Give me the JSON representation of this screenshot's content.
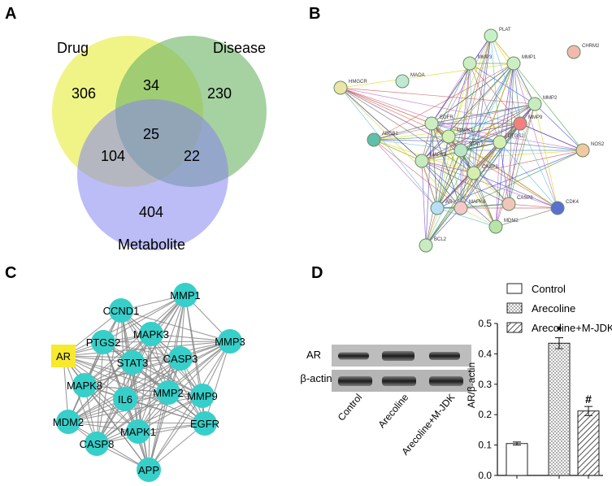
{
  "panels": {
    "a": {
      "label": "A",
      "sets": {
        "drug": "Drug",
        "disease": "Disease",
        "metabolite": "Metabolite"
      },
      "counts": {
        "drug_only": "306",
        "drug_disease": "34",
        "disease_only": "230",
        "all": "25",
        "drug_metabolite": "104",
        "disease_metabolite": "22",
        "metabolite_only": "404"
      },
      "colors": {
        "drug": "#eef37a",
        "disease": "#6fb568",
        "metabolite": "#8585ee"
      }
    },
    "b": {
      "label": "B",
      "node_labels": [
        "PLAT",
        "CHRM2",
        "MMP3",
        "MMP1",
        "HMGCR",
        "MAOA",
        "MMP2",
        "MMP9",
        "ABCB1",
        "EGFR",
        "PTGS2",
        "NOS2",
        "MAPK1",
        "MAPK3",
        "STAT3",
        "CASP3",
        "CASP8",
        "CDK4",
        "AR",
        "MAPK8",
        "MDM2",
        "BCL2"
      ]
    },
    "c": {
      "label": "C",
      "highlight_node": "AR",
      "nodes": [
        "MMP1",
        "CCND1",
        "MAPK3",
        "PTGS2",
        "MMP3",
        "CASP3",
        "STAT3",
        "MAPK8",
        "MMP2",
        "MMP9",
        "IL6",
        "EGFR",
        "MDM2",
        "MAPK1",
        "CASP8",
        "APP"
      ],
      "colors": {
        "node": "#37cfc9",
        "highlight": "#f7e92e",
        "edge": "#8a8a8a"
      }
    },
    "d": {
      "label": "D",
      "blot_rows": [
        "AR",
        "β-actin"
      ],
      "lanes": [
        "Control",
        "Arecoline",
        "Arecoline+M-JDK"
      ],
      "significance": {
        "arecoline": "*",
        "treatment": "#"
      }
    }
  },
  "chart_data": {
    "type": "bar",
    "categories": [
      "Control",
      "Arecoline",
      "Arecoline+M-JDK"
    ],
    "series": [
      {
        "name": "Control",
        "values": [
          0.105,
          null,
          null
        ]
      },
      {
        "name": "Arecoline",
        "values": [
          null,
          0.435,
          null
        ]
      },
      {
        "name": "Arecoline+M-JDK",
        "values": [
          null,
          null,
          0.212
        ]
      }
    ],
    "values": [
      0.105,
      0.435,
      0.212
    ],
    "errors": [
      0.005,
      0.018,
      0.015
    ],
    "ylabel": "AR/β-actin",
    "ylim": [
      0,
      0.5
    ],
    "yticks": [
      "0.0",
      "0.1",
      "0.2",
      "0.3",
      "0.4",
      "0.5"
    ],
    "legend": [
      "Control",
      "Arecoline",
      "Arecoline+M-JDK"
    ],
    "legend_position": "top",
    "annotations": [
      "*",
      "#"
    ]
  }
}
